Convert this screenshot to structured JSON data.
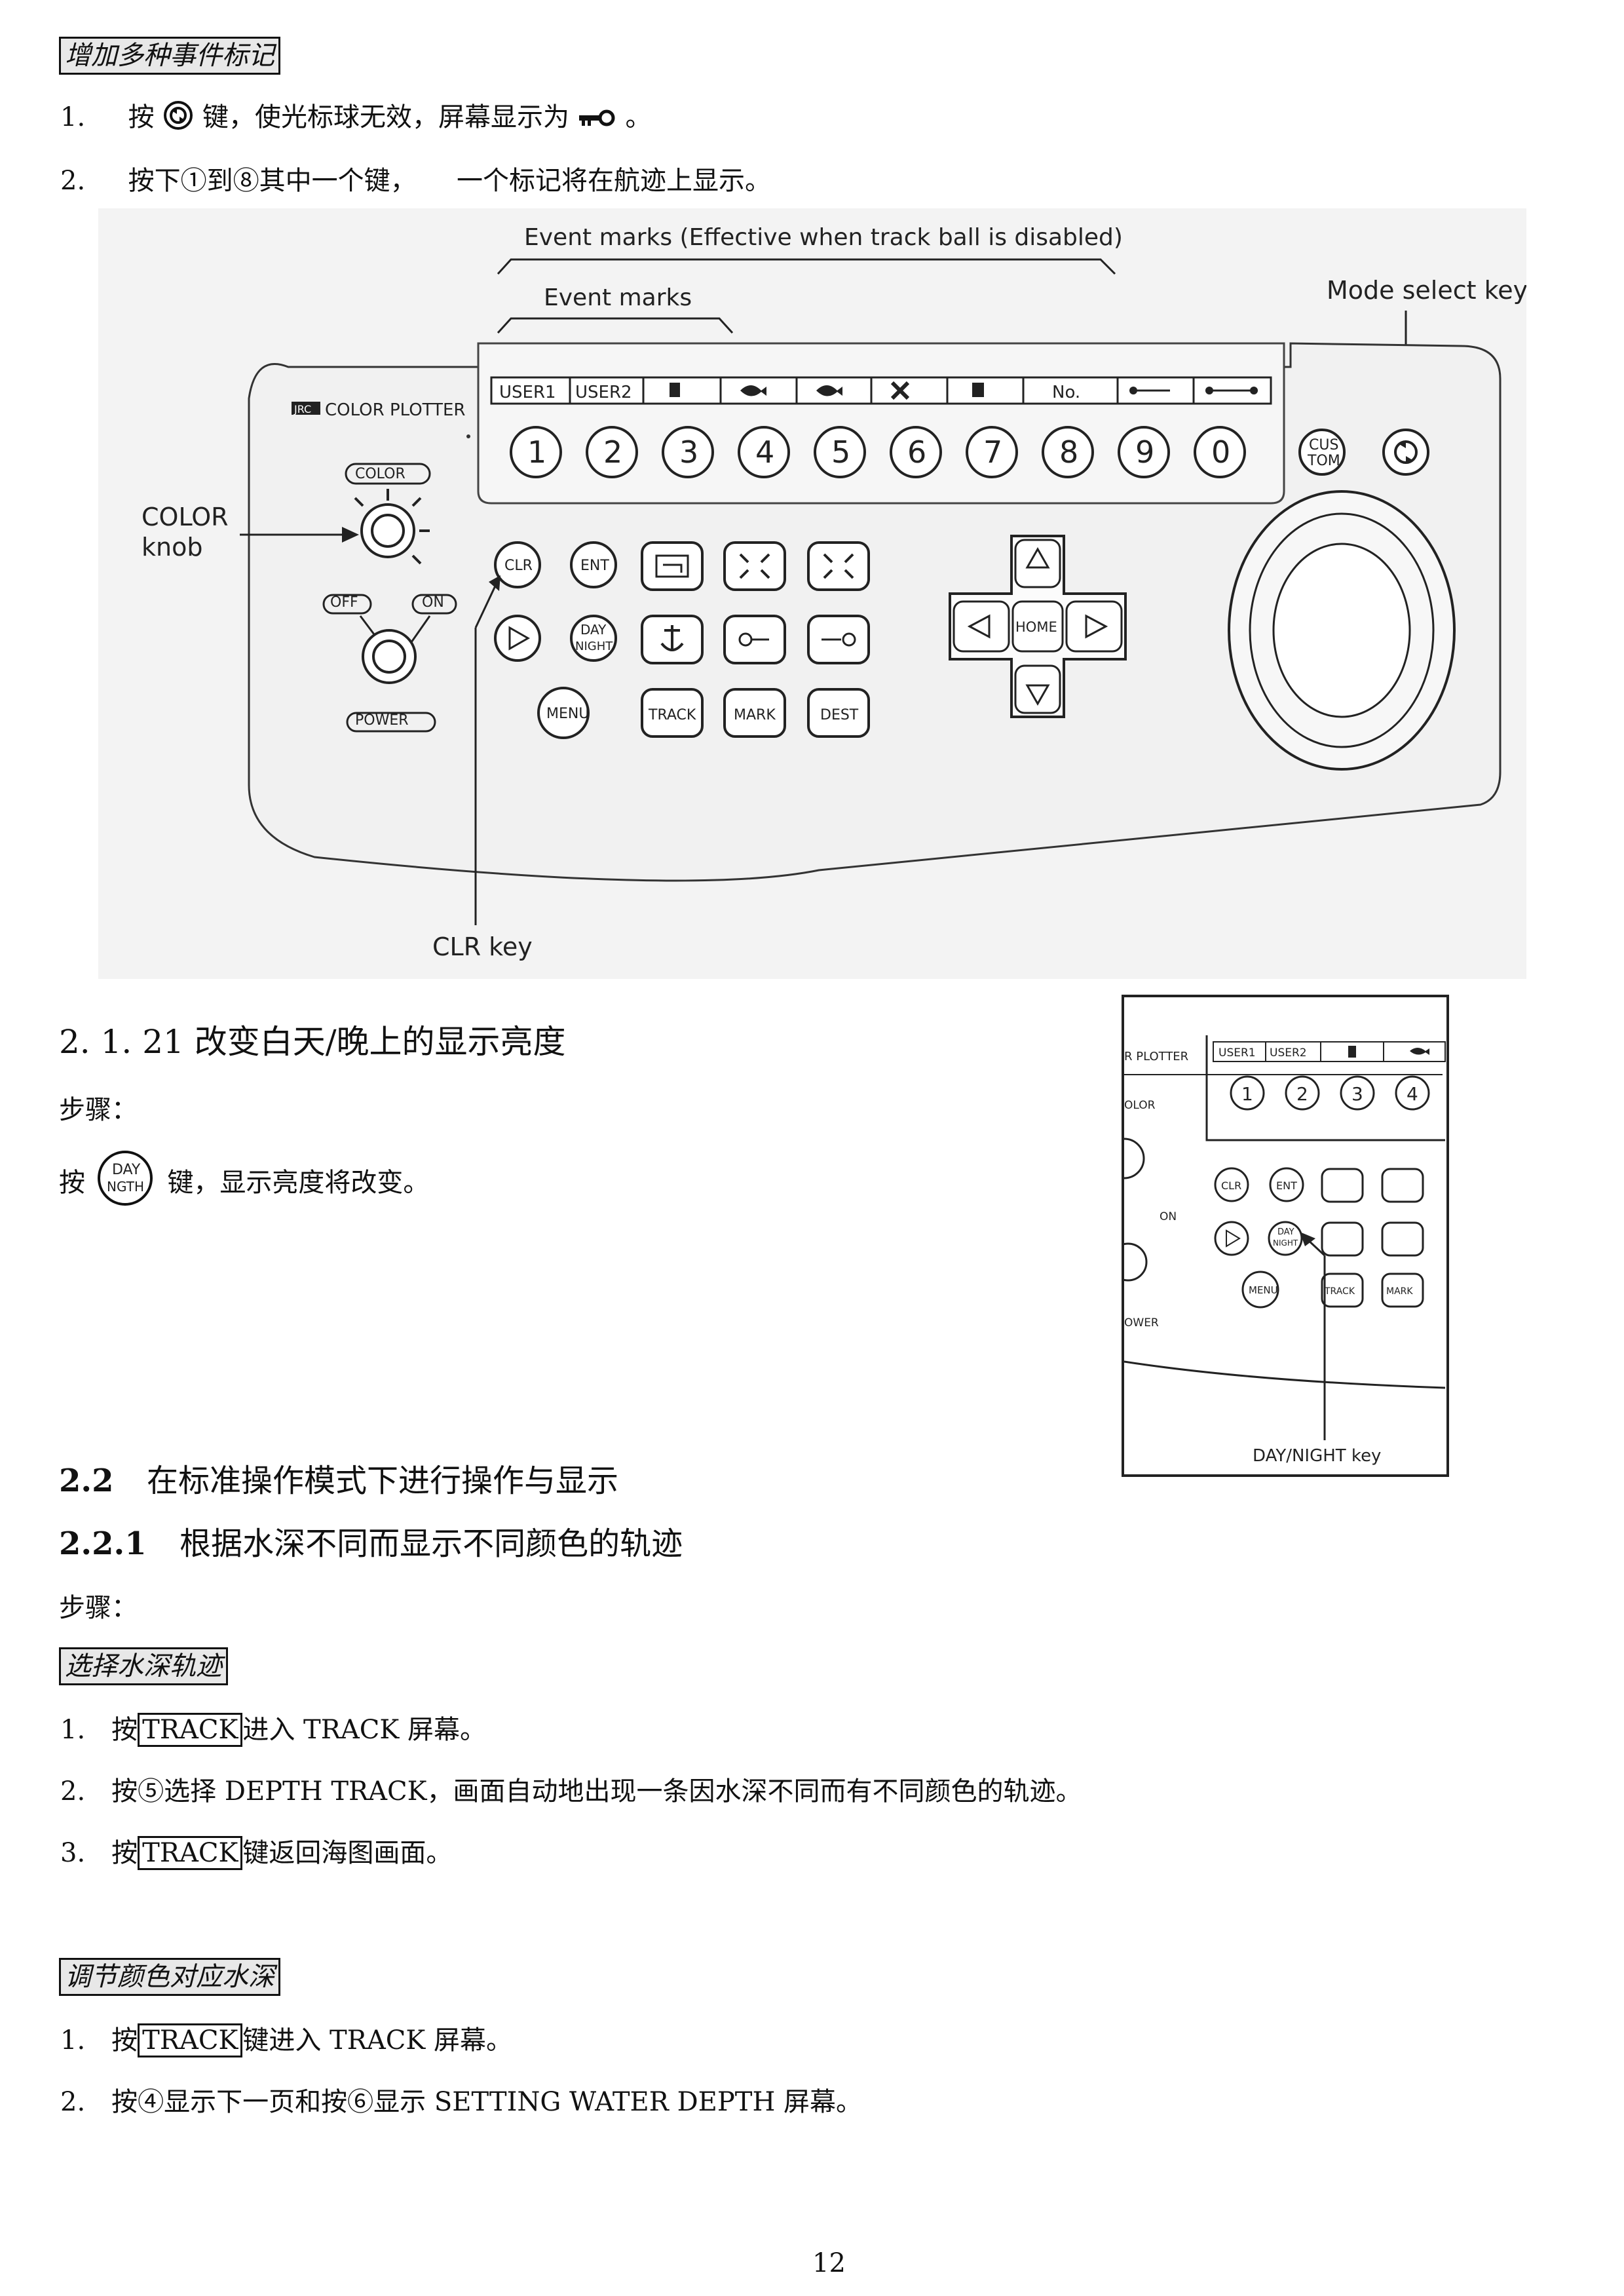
{
  "section1": {
    "heading": "增加多种事件标记",
    "step1_num": "1.",
    "step1_pre": "按",
    "step1_post": "键，使光标球无效，屏幕显示为",
    "step1_end": "。",
    "step2_num": "2.",
    "step2_text": "按下①到⑧其中一个键，",
    "step2_text2": "一个标记将在航迹上显示。"
  },
  "panel_figure": {
    "event_marks_wide": "Event marks (Effective when track ball is disabled)",
    "event_marks": "Event marks",
    "mode_select_key": "Mode select key",
    "color_knob_line1": "COLOR",
    "color_knob_line2": "knob",
    "clr_key": "CLR key",
    "brand": "COLOR PLOTTER",
    "brand_logo": "JRC",
    "color_label": "COLOR",
    "off_label": "OFF",
    "on_label": "ON",
    "power_label": "POWER",
    "strip_user1": "USER1",
    "strip_user2": "USER2",
    "strip_no": "No.",
    "num_keys": [
      "1",
      "2",
      "3",
      "4",
      "5",
      "6",
      "7",
      "8",
      "9",
      "0"
    ],
    "cus_top": "CUS",
    "cus_bottom": "TOM",
    "clr": "CLR",
    "ent": "ENT",
    "day": "DAY",
    "night": "NIGHT",
    "menu": "MENU",
    "track": "TRACK",
    "mark": "MARK",
    "dest": "DEST",
    "home": "HOME"
  },
  "section2": {
    "heading": "2. 1. 21  改变白天/晚上的显示亮度",
    "steps_label": "步骤：",
    "press_pre": "按",
    "press_post": "键，显示亮度将改变。",
    "icon_day": "DAY",
    "icon_night": "NGTH"
  },
  "inset_figure": {
    "plotter": "R PLOTTER",
    "user1": "USER1",
    "user2": "USER2",
    "nums": [
      "1",
      "2",
      "3",
      "4"
    ],
    "olor": "OLOR",
    "on": "ON",
    "ower": "OWER",
    "clr": "CLR",
    "ent": "ENT",
    "day": "DAY",
    "night": "NIGHT",
    "menu": "MENU",
    "track": "TRACK",
    "mark": "MARK",
    "caption": "DAY/NIGHT key"
  },
  "section3": {
    "heading_num": "2.2",
    "heading_text": "在标准操作模式下进行操作与显示",
    "sub_num": "2.2.1",
    "sub_text": "根据水深不同而显示不同颜色的轨迹",
    "steps_label": "步骤：",
    "box1": "选择水深轨迹",
    "s1_num": "1.",
    "s1_pre": "按",
    "s1_key": "TRACK",
    "s1_post": "进入 TRACK 屏幕。",
    "s2_num": "2.",
    "s2_text": "按⑤选择 DEPTH TRACK，画面自动地出现一条因水深不同而有不同颜色的轨迹。",
    "s3_num": "3.",
    "s3_pre": "按",
    "s3_key": "TRACK",
    "s3_post": "键返回海图画面。",
    "box2": "调节颜色对应水深",
    "t1_num": "1.",
    "t1_pre": "按",
    "t1_key": "TRACK",
    "t1_post": "键进入 TRACK 屏幕。",
    "t2_num": "2.",
    "t2_text": "按④显示下一页和按⑥显示 SETTING WATER DEPTH 屏幕。"
  },
  "page_number": "12"
}
